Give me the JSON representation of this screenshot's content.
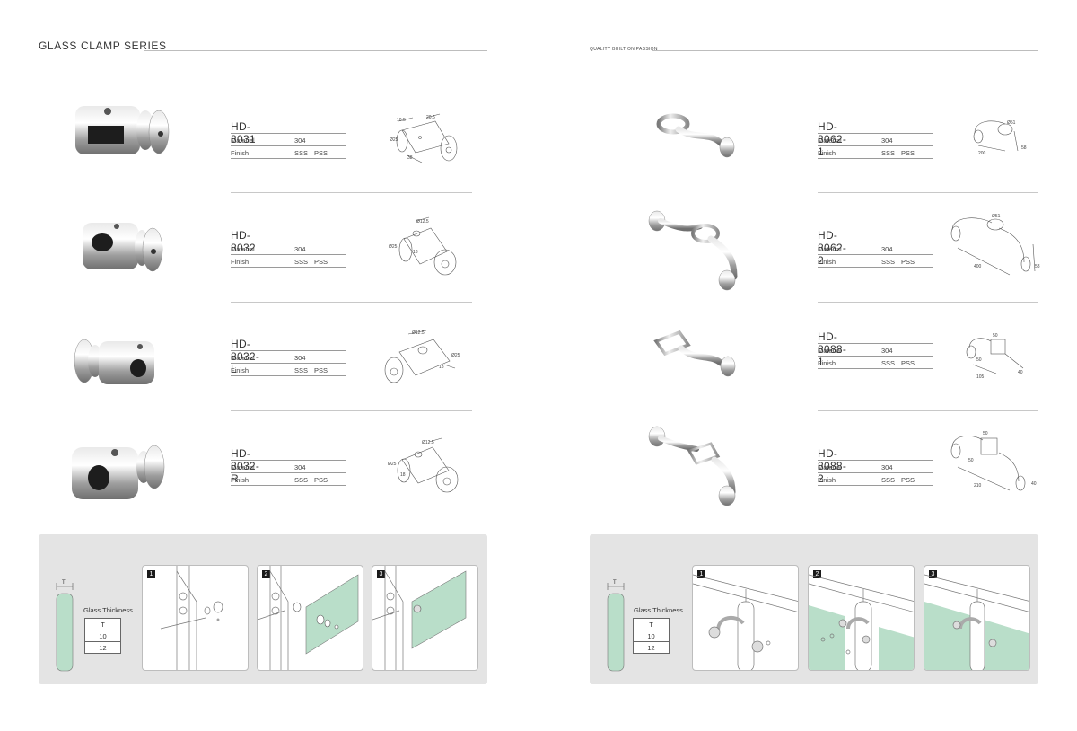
{
  "left_page": {
    "header_title": "GLASS CLAMP SERIES",
    "products": [
      {
        "code": "HD-8031",
        "material_label": "Material",
        "material": "304",
        "finish_label": "Finish",
        "finish": [
          "SSS",
          "PSS"
        ],
        "dims": [
          "10.5",
          "20.5",
          "Ø25",
          "38"
        ]
      },
      {
        "code": "HD-8032",
        "material_label": "Material",
        "material": "304",
        "finish_label": "Finish",
        "finish": [
          "SSS",
          "PSS"
        ],
        "dims": [
          "Ø12.5",
          "Ø25",
          "18"
        ]
      },
      {
        "code": "HD-8032-L",
        "material_label": "Material",
        "material": "304",
        "finish_label": "Finish",
        "finish": [
          "SSS",
          "PSS"
        ],
        "dims": [
          "Ø12.5",
          "Ø25",
          "18"
        ]
      },
      {
        "code": "HD-8032-R",
        "material_label": "Material",
        "material": "304",
        "finish_label": "Finish",
        "finish": [
          "SSS",
          "PSS"
        ],
        "dims": [
          "Ø12.5",
          "Ø25",
          "18"
        ]
      }
    ],
    "install": {
      "t_label": "T",
      "thickness_label": "Glass Thickness",
      "thickness_header": "T",
      "thickness_values": [
        "10",
        "12"
      ],
      "steps": [
        "1",
        "2",
        "3"
      ]
    }
  },
  "right_page": {
    "header_tagline": "QUALITY BUILT ON PASSION",
    "products": [
      {
        "code": "HD-8062-1",
        "material_label": "Material",
        "material": "304",
        "finish_label": "Finish",
        "finish": [
          "SSS",
          "PSS"
        ],
        "dims": [
          "Ø51",
          "200",
          "58"
        ]
      },
      {
        "code": "HD-8062-2",
        "material_label": "Material",
        "material": "304",
        "finish_label": "Finish",
        "finish": [
          "SSS",
          "PSS"
        ],
        "dims": [
          "Ø51",
          "400",
          "58"
        ]
      },
      {
        "code": "HD-8088-1",
        "material_label": "Material",
        "material": "304",
        "finish_label": "Finish",
        "finish": [
          "SSS",
          "PSS"
        ],
        "dims": [
          "50",
          "50",
          "105",
          "40"
        ]
      },
      {
        "code": "HD-8088-2",
        "material_label": "Material",
        "material": "304",
        "finish_label": "Finish",
        "finish": [
          "SSS",
          "PSS"
        ],
        "dims": [
          "50",
          "50",
          "210",
          "40"
        ]
      }
    ],
    "install": {
      "t_label": "T",
      "thickness_label": "Glass Thickness",
      "thickness_header": "T",
      "thickness_values": [
        "10",
        "12"
      ],
      "steps": [
        "1",
        "2",
        "3"
      ]
    }
  },
  "colors": {
    "panel_bg": "#e4e4e4",
    "glass_green": "#b9dec9",
    "steel": "#b8b8b8"
  }
}
